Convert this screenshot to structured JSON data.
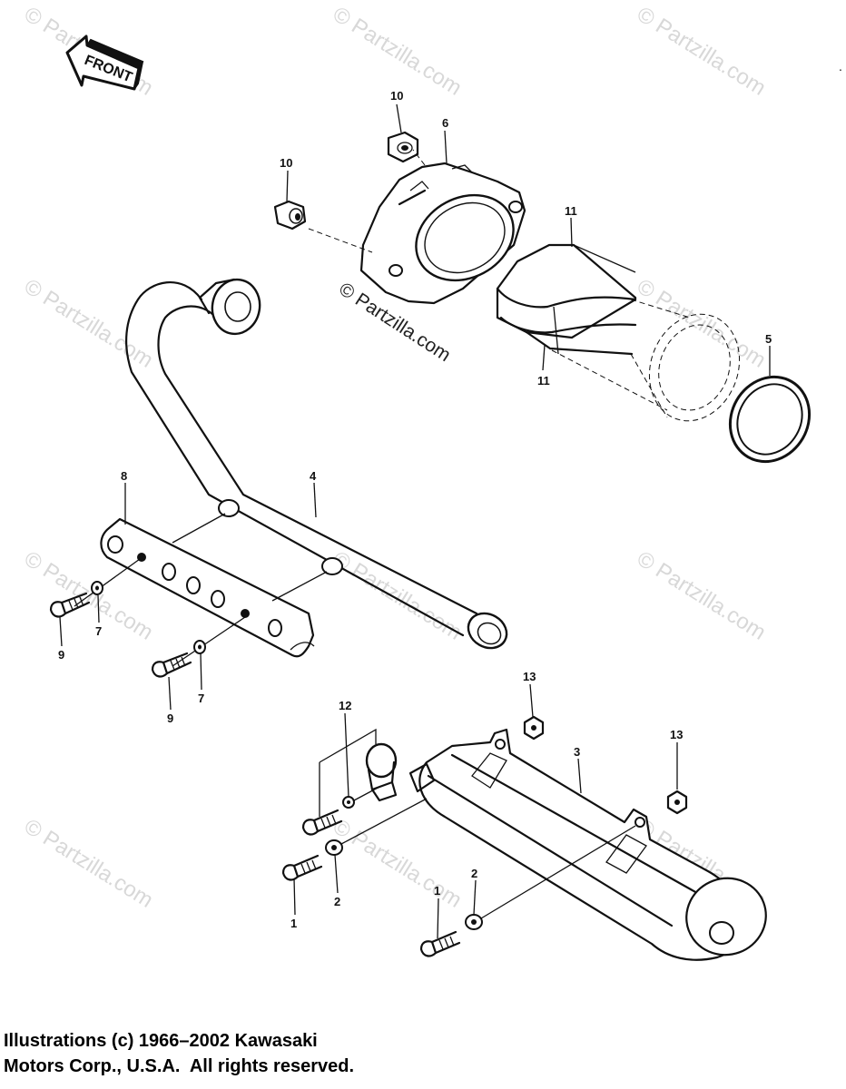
{
  "front_arrow": {
    "label": "FRONT"
  },
  "center_watermark": "© Partzilla.com",
  "watermark_text": "© Partzilla.com",
  "callouts": {
    "c10a": "10",
    "c10b": "10",
    "c6": "6",
    "c11a": "11",
    "c11b": "11",
    "c5": "5",
    "c8": "8",
    "c4": "4",
    "c7a": "7",
    "c7b": "7",
    "c9a": "9",
    "c9b": "9",
    "c13a": "13",
    "c13b": "13",
    "c12": "12",
    "c3": "3",
    "c2a": "2",
    "c2b": "2",
    "c1a": "1",
    "c1b": "1"
  },
  "copyright": {
    "line1": "Illustrations (c) 1966–2002 Kawasaki",
    "line2": "Motors Corp., U.S.A.  All rights reserved."
  }
}
